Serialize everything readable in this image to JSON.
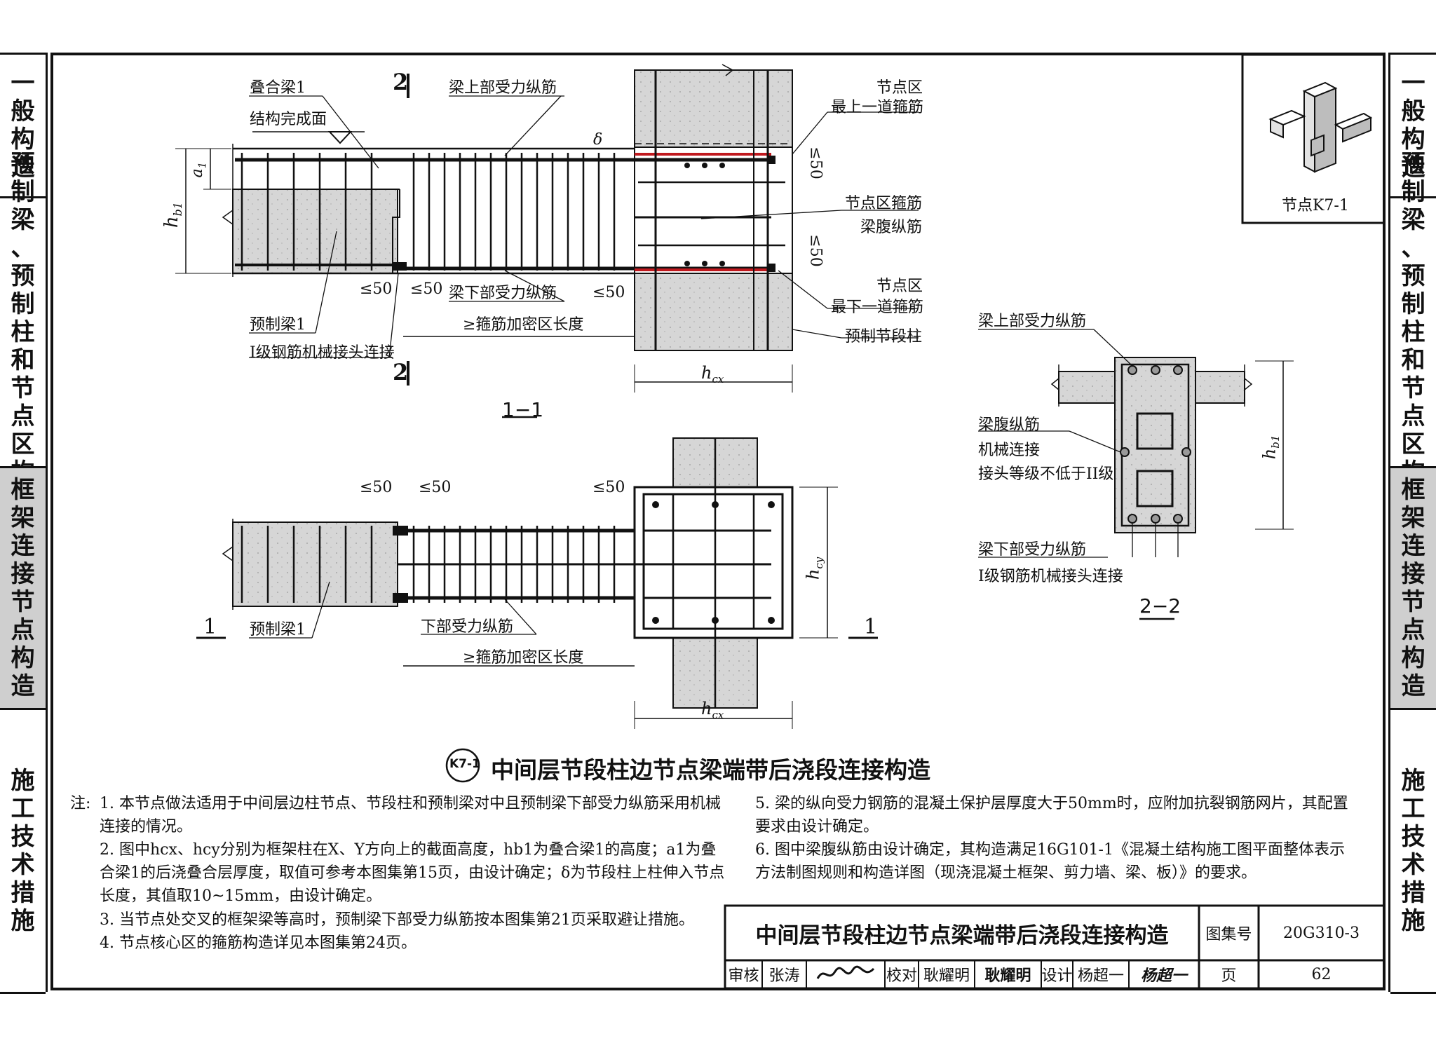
{
  "side_tabs": {
    "left": [
      {
        "label": "一般构造",
        "active": false
      },
      {
        "label": "预制梁、预制柱和节点区构造",
        "active": false
      },
      {
        "label": "框架连接节点构造",
        "active": true
      },
      {
        "label": "施工技术措施",
        "active": false
      }
    ],
    "right": [
      {
        "label": "一般构造",
        "active": false
      },
      {
        "label": "预制梁、预制柱和节点区构造",
        "active": false
      },
      {
        "label": "框架连接节点构造",
        "active": true
      },
      {
        "label": "施工技术措施",
        "active": false
      }
    ]
  },
  "key_plan": {
    "caption": "节点K7-1"
  },
  "section_1_1": {
    "title": "1−1",
    "labels": {
      "composite_beam": "叠合梁1",
      "finished_surface": "结构完成面",
      "top_bars": "梁上部受力纵筋",
      "bottom_bars": "梁下部受力纵筋",
      "precast_beam": "预制梁1",
      "mech_coupler": "I级钢筋机械接头连接",
      "densify": "≥箍筋加密区长度",
      "node_top_stirrup_1": "节点区",
      "node_top_stirrup_2": "最上一道箍筋",
      "node_stirrup": "节点区箍筋",
      "web_bars": "梁腹纵筋",
      "node_bottom_stirrup_1": "节点区",
      "node_bottom_stirrup_2": "最下一道箍筋",
      "precast_column": "预制节段柱",
      "cut_mark": "2",
      "hb1": "h",
      "hb1_sub": "b1",
      "a1": "a",
      "a1_sub": "1",
      "delta": "δ",
      "hcx": "h",
      "hcx_sub": "cx",
      "le50": "≤50",
      "le50_b": "≤50"
    }
  },
  "plan_view": {
    "labels": {
      "le50_a": "≤50",
      "le50_b": "≤50",
      "le50_c": "≤50",
      "precast_beam": "预制梁1",
      "bottom_bars": "下部受力纵筋",
      "densify": "≥箍筋加密区长度",
      "cut_mark": "1",
      "hcy": "h",
      "hcy_sub": "cy",
      "hcx": "h",
      "hcx_sub": "cx"
    }
  },
  "section_2_2": {
    "title": "2−2",
    "labels": {
      "top_bars": "梁上部受力纵筋",
      "web_bars": "梁腹纵筋",
      "mech_1": "机械连接",
      "mech_2": "接头等级不低于II级",
      "bottom_bars": "梁下部受力纵筋",
      "mech_coupler": "I级钢筋机械接头连接",
      "hb1": "h",
      "hb1_sub": "b1"
    }
  },
  "main_title": {
    "badge": "K7-1",
    "text": "中间层节段柱边节点梁端带后浇段连接构造"
  },
  "notes": {
    "prefix": "注:",
    "items": [
      "1. 本节点做法适用于中间层边柱节点、节段柱和预制梁对中且预制梁下部受力纵筋采用机械连接的情况。",
      "2. 图中hcx、hcy分别为框架柱在X、Y方向上的截面高度，hb1为叠合梁1的高度；a1为叠合梁1的后浇叠合层厚度，取值可参考本图集第15页，由设计确定；δ为节段柱上柱伸入节点长度，其值取10~15mm，由设计确定。",
      "3. 当节点处交叉的框架梁等高时，预制梁下部受力纵筋按本图集第21页采取避让措施。",
      "4. 节点核心区的箍筋构造详见本图集第24页。",
      "5. 梁的纵向受力钢筋的混凝土保护层厚度大于50mm时，应附加抗裂钢筋网片，其配置要求由设计确定。",
      "6. 图中梁腹纵筋由设计确定，其构造满足16G101-1《混凝土结构施工图平面整体表示方法制图规则和构造详图（现浇混凝土框架、剪力墙、梁、板）》的要求。"
    ]
  },
  "title_block": {
    "title": "中间层节段柱边节点梁端带后浇段连接构造",
    "atlas_label": "图集号",
    "atlas_no": "20G310-3",
    "review_label": "审核",
    "reviewer": "张涛",
    "check_label": "校对",
    "checker": "耿耀明",
    "design_label": "设计",
    "designer": "杨超一",
    "page_label": "页",
    "page_no": "62"
  },
  "colors": {
    "ink": "#111111",
    "concrete": "#d6d6d6",
    "tab_active": "#cfcfcf",
    "red_bar": "#c0191e"
  }
}
